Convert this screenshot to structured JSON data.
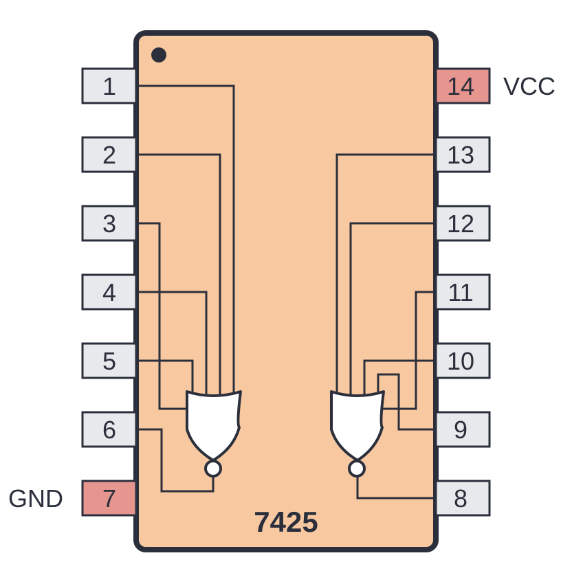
{
  "chip": {
    "part_number": "7425",
    "body_color": "#f8c9a0",
    "outline_color": "#2b2f3c"
  },
  "pins": {
    "p1": "1",
    "p2": "2",
    "p3": "3",
    "p4": "4",
    "p5": "5",
    "p6": "6",
    "p7": "7",
    "p8": "8",
    "p9": "9",
    "p10": "10",
    "p11": "11",
    "p12": "12",
    "p13": "13",
    "p14": "14"
  },
  "labels": {
    "vcc": "VCC",
    "gnd": "GND"
  },
  "colors": {
    "pin_default": "#e8e9ec",
    "pin_power": "#e6958f",
    "gate_fill": "#ffffff"
  }
}
